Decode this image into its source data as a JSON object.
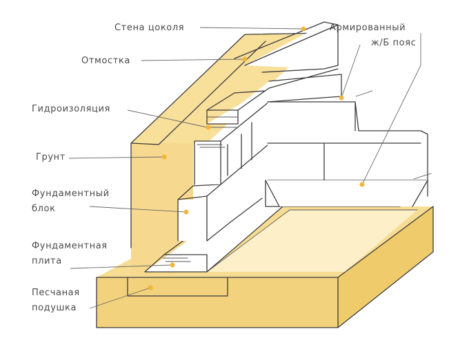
{
  "colors": {
    "soil": "#f6d98e",
    "soil_light": "#fbe9b6",
    "sand": "#f2d27c",
    "slab": "#fdf0c8",
    "concrete": "#ffffff",
    "ink": "#3a3a3a",
    "dot": "#f4b43a",
    "label": "#4a4a4a"
  },
  "labels": [
    {
      "id": "plinth-wall",
      "text": "Стена цоколя"
    },
    {
      "id": "reinforced-belt-1",
      "text": "Армированный"
    },
    {
      "id": "reinforced-belt-2",
      "text": "ж/Б пояс"
    },
    {
      "id": "blind-area",
      "text": "Отмостка"
    },
    {
      "id": "waterproofing",
      "text": "Гидроизоляция"
    },
    {
      "id": "soil",
      "text": "Грунт"
    },
    {
      "id": "foundation-block-1",
      "text": "Фундаментный"
    },
    {
      "id": "foundation-block-2",
      "text": "блок"
    },
    {
      "id": "foundation-slab-1",
      "text": "Фундаментная"
    },
    {
      "id": "foundation-slab-2",
      "text": "плита"
    },
    {
      "id": "sand-cushion-1",
      "text": "Песчаная"
    },
    {
      "id": "sand-cushion-2",
      "text": "подушка"
    }
  ]
}
